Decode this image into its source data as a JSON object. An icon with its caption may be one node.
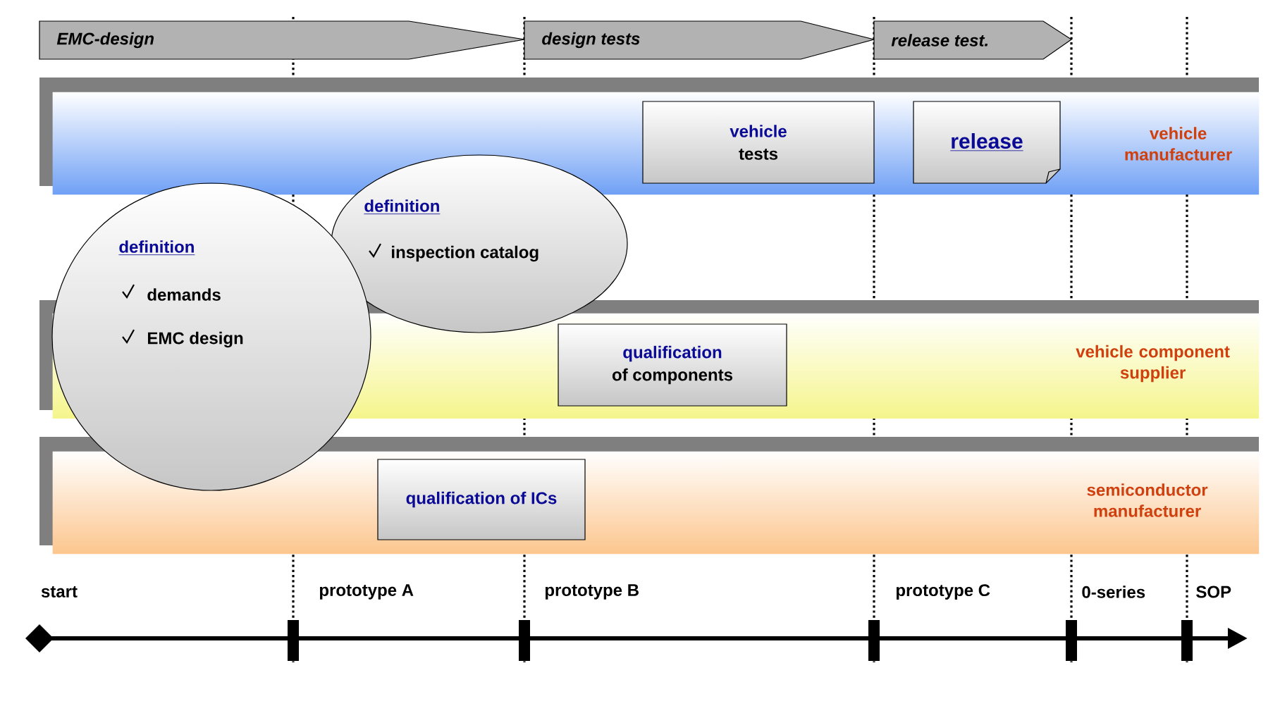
{
  "diagram": {
    "nodes": [
      {
        "text": [
          "EMC-design"
        ]
      },
      {
        "text": [
          "design tests"
        ]
      },
      {
        "text": [
          "release test."
        ]
      },
      {
        "text": [
          "vehicle manufacturer"
        ]
      },
      {
        "text": [
          "vehicle",
          "tests"
        ],
        "in": 3
      },
      {
        "text": [
          "release"
        ],
        "in": 3
      },
      {
        "text": [
          "vehicle component supplier"
        ]
      },
      {
        "text": [
          "qualification",
          "of components"
        ],
        "in": 6
      },
      {
        "text": [
          "semiconductor manufacturer"
        ]
      },
      {
        "text": [
          "qualification of ICs"
        ],
        "in": 8
      },
      {
        "text": [
          "definition",
          "demands",
          "EMC design"
        ]
      },
      {
        "text": [
          "definition",
          "inspection catalog"
        ]
      }
    ],
    "labels": [
      "start",
      "prototype A",
      "prototype B",
      "prototype C",
      "0-series",
      "SOP"
    ]
  }
}
